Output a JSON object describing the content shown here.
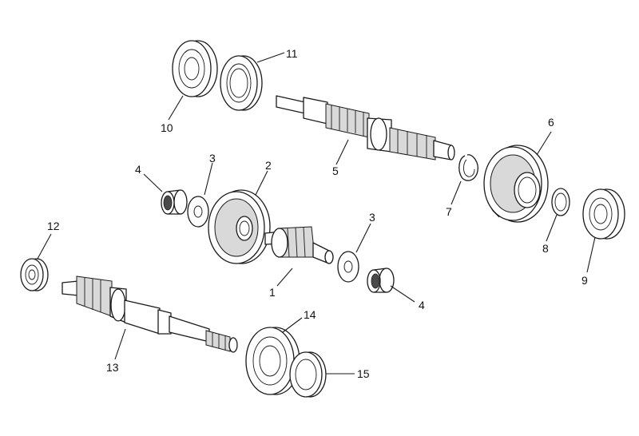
{
  "callouts": {
    "c1": "1",
    "c2": "2",
    "c3a": "3",
    "c3b": "3",
    "c4a": "4",
    "c4b": "4",
    "c5": "5",
    "c6": "6",
    "c7": "7",
    "c8": "8",
    "c9": "9",
    "c10": "10",
    "c11": "11",
    "c12": "12",
    "c13": "13",
    "c14": "14",
    "c15": "15"
  }
}
